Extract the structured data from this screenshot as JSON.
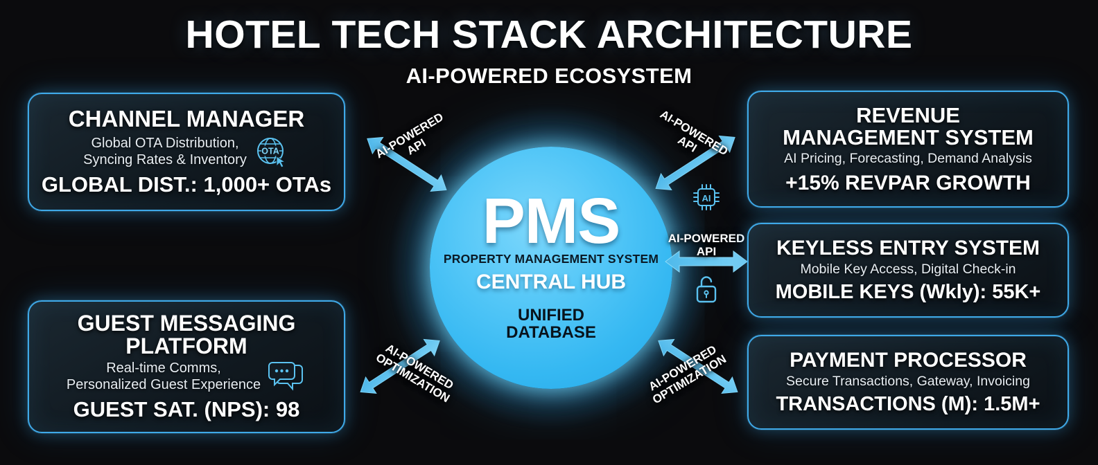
{
  "header": {
    "title": "HOTEL TECH STACK ARCHITECTURE",
    "subtitle": "AI-POWERED ECOSYSTEM"
  },
  "colors": {
    "background": "#0b0b0d",
    "accent_cyan": "#3fa9e8",
    "hub_fill": "#52c6f7",
    "arrow": "#5bc2f0",
    "card_fill": "#16202a",
    "text_light": "#ffffff"
  },
  "hub": {
    "acronym": "PMS",
    "full_name": "PROPERTY MANAGEMENT SYSTEM",
    "role": "CENTRAL HUB",
    "database_line1": "UNIFIED",
    "database_line2": "DATABASE"
  },
  "cards": [
    {
      "id": "channel-manager",
      "title": "CHANNEL MANAGER",
      "description": "Global OTA Distribution,\nSyncing Rates & Inventory",
      "desc_line1": "Global OTA Distribution,",
      "desc_line2": "Syncing Rates & Inventory",
      "metric": "GLOBAL DIST.: 1,000+ OTAs",
      "icon": "globe-ota-icon",
      "icon_label": "OTA"
    },
    {
      "id": "guest-messaging",
      "title": "GUEST MESSAGING PLATFORM",
      "title_line1": "GUEST MESSAGING",
      "title_line2": "PLATFORM",
      "desc_line1": "Real-time Comms,",
      "desc_line2": "Personalized Guest Experience",
      "metric": "GUEST SAT. (NPS): 98",
      "icon": "chat-bubbles-icon"
    },
    {
      "id": "revenue-management",
      "title": "REVENUE MANAGEMENT SYSTEM",
      "title_line1": "REVENUE",
      "title_line2": "MANAGEMENT SYSTEM",
      "desc_line1": "AI Pricing, Forecasting, Demand Analysis",
      "metric": "+15% REVPAR GROWTH",
      "icon": "ai-chip-icon"
    },
    {
      "id": "keyless-entry",
      "title": "KEYLESS ENTRY SYSTEM",
      "desc_line1": "Mobile Key Access, Digital Check-in",
      "metric": "MOBILE KEYS (Wkly): 55K+",
      "icon": "padlock-open-icon"
    },
    {
      "id": "payment-processor",
      "title": "PAYMENT PROCESSOR",
      "desc_line1": "Secure Transactions, Gateway, Invoicing",
      "metric": "TRANSACTIONS (M): 1.5M+",
      "icon": "none"
    }
  ],
  "connectors": [
    {
      "id": "channel-manager",
      "line1": "AI-POWERED",
      "line2": "API"
    },
    {
      "id": "revenue-management",
      "line1": "AI-POWERED",
      "line2": "API"
    },
    {
      "id": "keyless-entry",
      "line1": "AI-POWERED",
      "line2": "API"
    },
    {
      "id": "guest-messaging",
      "line1": "AI-POWERED",
      "line2": "OPTIMIZATION"
    },
    {
      "id": "payment-processor",
      "line1": "AI-POWERED",
      "line2": "OPTIMIZATION"
    }
  ],
  "mini_icons": [
    {
      "id": "ai-chip",
      "name": "ai-chip-icon",
      "label": "AI"
    },
    {
      "id": "padlock",
      "name": "padlock-open-icon",
      "label": ""
    }
  ]
}
